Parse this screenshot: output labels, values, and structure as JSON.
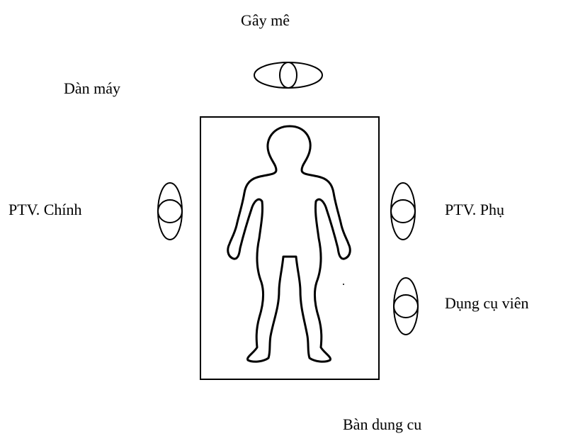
{
  "labels": {
    "anesthesia": "Gây mê",
    "machine_rack": "Dàn máy",
    "main_surgeon": "PTV. Chính",
    "assistant_surgeon": "PTV. Phụ",
    "scrub_nurse": "Dụng cụ viên",
    "instrument_table": "Bàn dung cu"
  },
  "colors": {
    "line": "#000000",
    "background": "#ffffff"
  }
}
